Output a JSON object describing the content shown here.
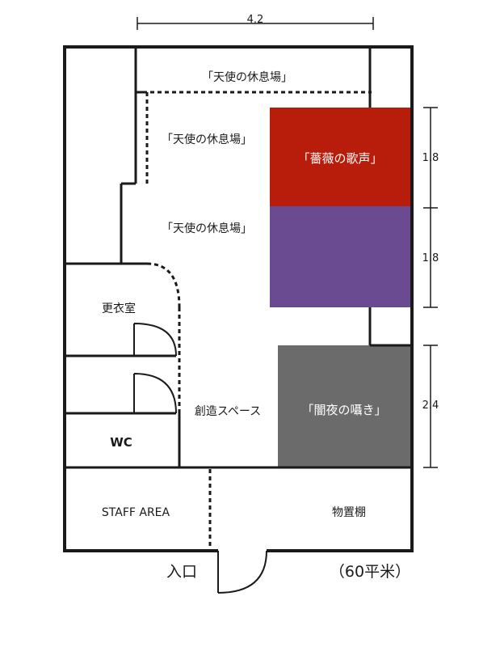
{
  "dimensions": {
    "top_width": "4.2",
    "right_1": "1.8",
    "right_2": "1.8",
    "right_3": "2.4"
  },
  "labels": {
    "angel_rest_top": "「天使の休息場」",
    "angel_rest_mid": "「天使の休息場」",
    "angel_rest_low": "「天使の休息場」",
    "rose_song": "「薔薇の歌声」",
    "dressing_room": "更衣室",
    "creative_space": "創造スペース",
    "dark_whisper": "「闇夜の囁き」",
    "wc": "WC",
    "staff_area": "STAFF AREA",
    "storage_shelf": "物置棚",
    "entrance": "入口",
    "area": "（60平米）"
  },
  "colors": {
    "rose_song": "#b81d0b",
    "purple_area": "#6a4a91",
    "dark_whisper": "#6b6b6b",
    "wall": "#1a1a1a"
  }
}
